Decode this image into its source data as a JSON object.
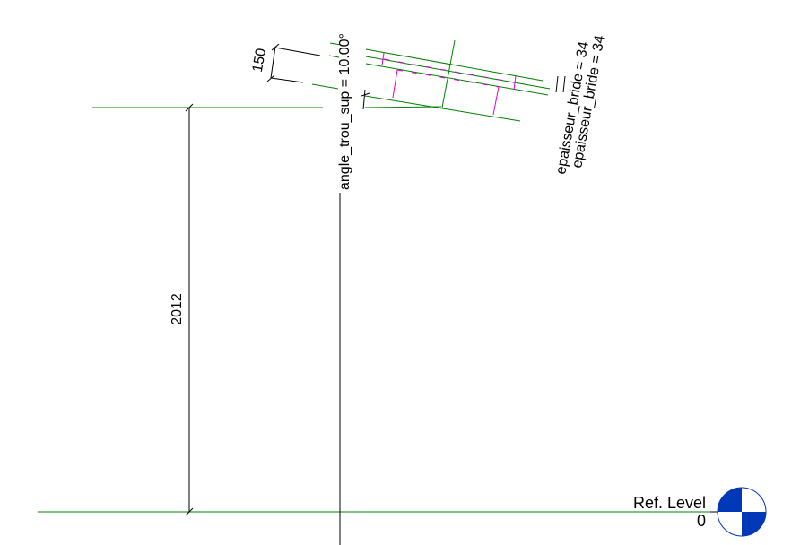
{
  "dimensions": {
    "height_total": "2012",
    "offset": "150",
    "angle_label": "angle_trou_sup = 10.00°",
    "thickness_label_1": "epaisseur_bride = 34",
    "thickness_label_2": "epaisseur_bride = 34"
  },
  "level": {
    "name": "Ref. Level",
    "elevation": "0"
  },
  "colors": {
    "reference": "#008000",
    "model": "#e000e0",
    "annotation": "#000000",
    "level_marker": "#0038b8"
  }
}
